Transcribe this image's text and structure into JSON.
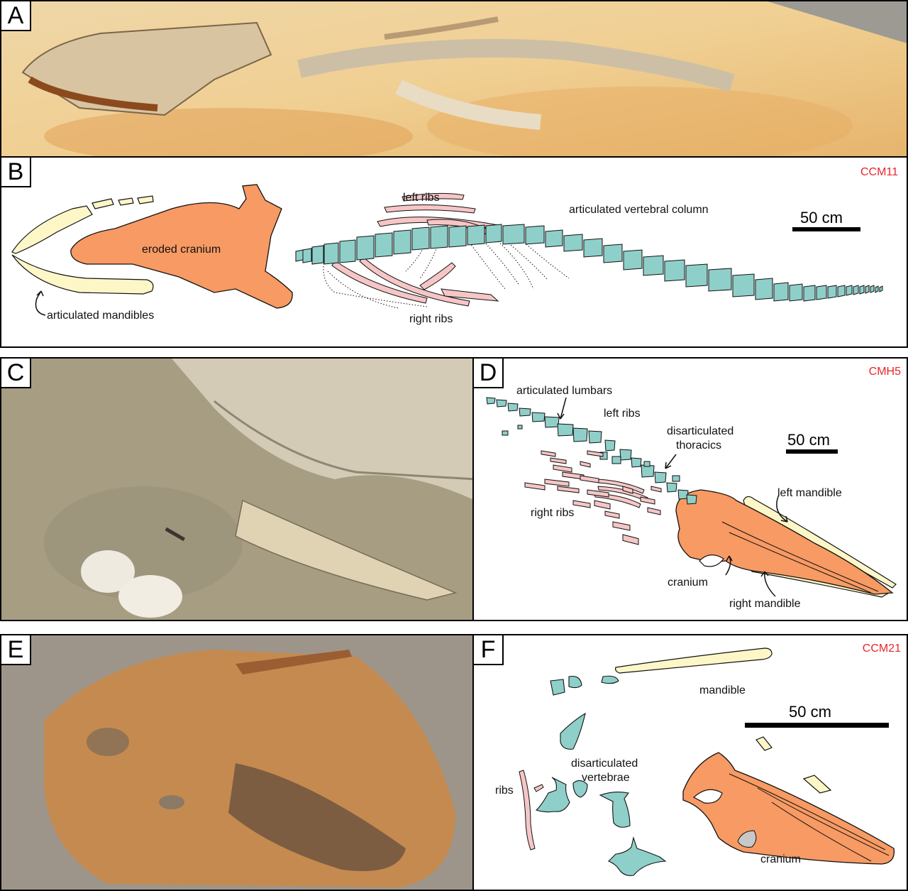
{
  "colors": {
    "cranium": "#f79a63",
    "mandible": "#fdf7c8",
    "vertebra": "#8fcfc9",
    "rib": "#f6c6c6",
    "label_code": "#e8262b",
    "outline": "#111111"
  },
  "panels": {
    "A": {
      "letter": "A",
      "kind": "photo"
    },
    "B": {
      "letter": "B",
      "code": "CCM11",
      "labels": {
        "left_ribs": "left ribs",
        "column": "articulated vertebral column",
        "cranium": "eroded cranium",
        "mandibles": "articulated mandibles",
        "right_ribs": "right ribs"
      },
      "scale": "50 cm"
    },
    "C": {
      "letter": "C",
      "kind": "photo"
    },
    "D": {
      "letter": "D",
      "code": "CMH5",
      "labels": {
        "lumbars": "articulated lumbars",
        "left_ribs": "left ribs",
        "thoracics_1": "disarticulated",
        "thoracics_2": "thoracics",
        "right_ribs": "right ribs",
        "left_mandible": "left mandible",
        "cranium": "cranium",
        "right_mandible": "right mandible"
      },
      "scale": "50 cm"
    },
    "E": {
      "letter": "E",
      "kind": "photo"
    },
    "F": {
      "letter": "F",
      "code": "CCM21",
      "labels": {
        "mandible": "mandible",
        "vertebrae_1": "disarticulated",
        "vertebrae_2": "vertebrae",
        "ribs": "ribs",
        "cranium": "cranium"
      },
      "scale": "50 cm"
    }
  }
}
